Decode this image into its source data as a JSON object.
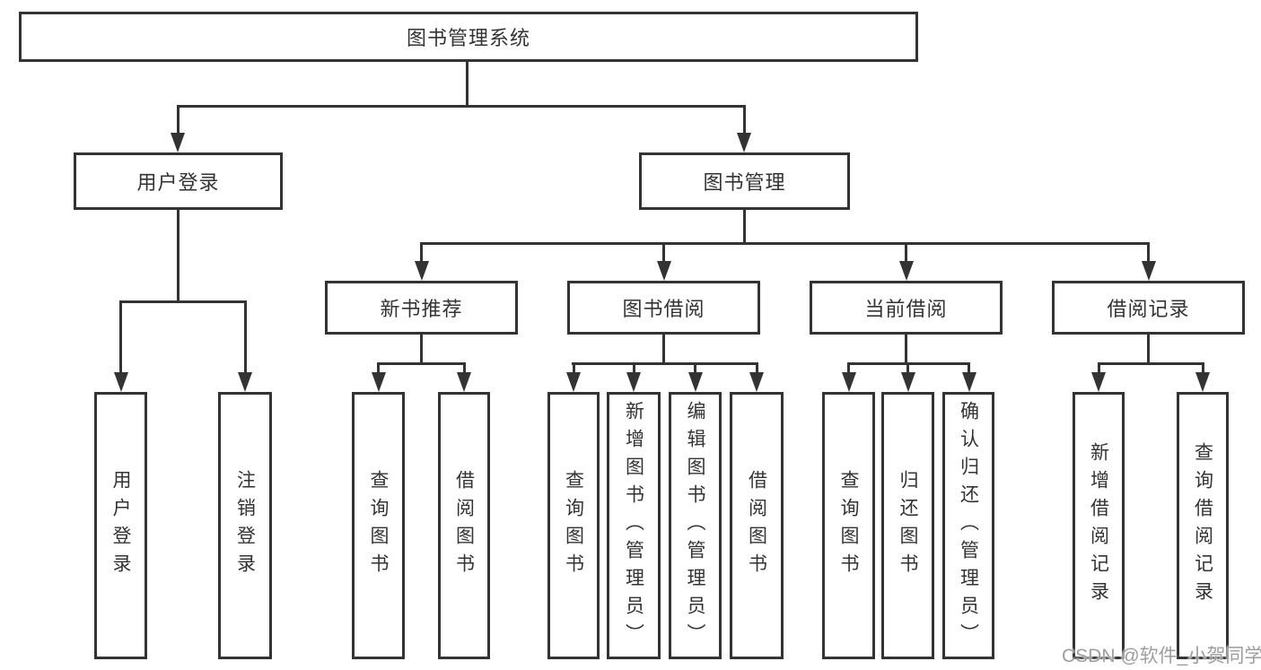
{
  "diagram": {
    "root": {
      "label": "图书管理系统"
    },
    "branches": [
      {
        "label": "用户登录",
        "children": [
          {
            "label": "用户登录"
          },
          {
            "label": "注销登录"
          }
        ]
      },
      {
        "label": "图书管理",
        "modules": [
          {
            "label": "新书推荐",
            "children": [
              {
                "label": "查询图书"
              },
              {
                "label": "借阅图书"
              }
            ]
          },
          {
            "label": "图书借阅",
            "children": [
              {
                "label": "查询图书"
              },
              {
                "label": "新增图书（管理员）"
              },
              {
                "label": "编辑图书（管理员）"
              },
              {
                "label": "借阅图书"
              }
            ]
          },
          {
            "label": "当前借阅",
            "children": [
              {
                "label": "查询图书"
              },
              {
                "label": "归还图书"
              },
              {
                "label": "确认归还（管理员）"
              }
            ]
          },
          {
            "label": "借阅记录",
            "children": [
              {
                "label": "新增借阅记录"
              },
              {
                "label": "查询借阅记录"
              }
            ]
          }
        ]
      }
    ]
  },
  "watermark": {
    "text": "CSDN @软件_小贺同学",
    "color": "#9e9e9e"
  },
  "colors": {
    "line": "#333333",
    "text": "#333333",
    "box_background": "#ffffff",
    "page_background": "#ffffff"
  }
}
